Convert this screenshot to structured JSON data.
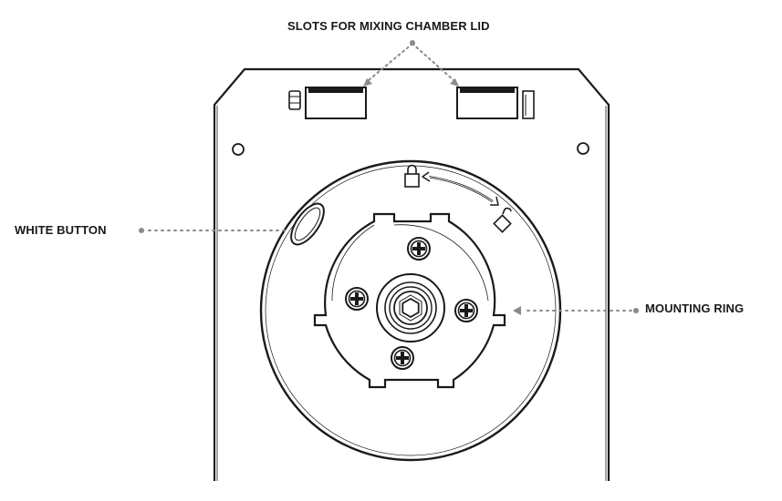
{
  "callouts": {
    "slots_label": "SLOTS FOR MIXING CHAMBER LID",
    "white_button_label": "WHITE BUTTON",
    "mounting_ring_label": "MOUNTING RING"
  },
  "colors": {
    "line": "#1a1a1a",
    "leader": "#8a8a8a",
    "background": "#ffffff"
  },
  "icons": [
    "lock-closed-icon",
    "lock-open-icon",
    "phillips-screw-icon"
  ]
}
